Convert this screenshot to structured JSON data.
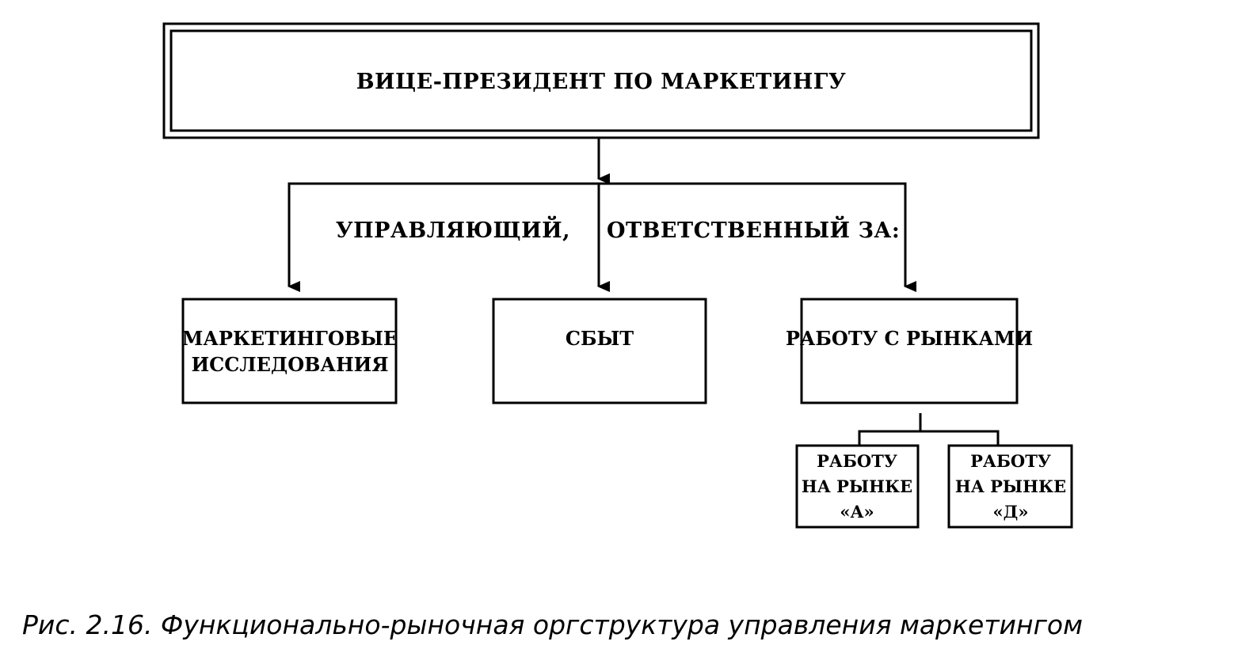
{
  "top": {
    "title": "ВИЦЕ-ПРЕЗИДЕНТ ПО МАРКЕТИНГУ"
  },
  "connector_label": {
    "left": "УПРАВЛЯЮЩИЙ,",
    "right": "ОТВЕТСТВЕННЫЙ ЗА:"
  },
  "departments": [
    {
      "line1": "МАРКЕТИНГОВЫЕ",
      "line2": "ИССЛЕДОВАНИЯ"
    },
    {
      "line1": "СБЫТ"
    },
    {
      "line1": "РАБОТУ С РЫНКАМИ"
    }
  ],
  "subunits": [
    {
      "line1": "РАБОТУ",
      "line2": "НА РЫНКЕ",
      "line3": "«А»"
    },
    {
      "line1": "РАБОТУ",
      "line2": "НА РЫНКЕ",
      "line3": "«Д»"
    }
  ],
  "caption": "Рис. 2.16. Функционально-рыночная оргструктура управления маркетингом"
}
